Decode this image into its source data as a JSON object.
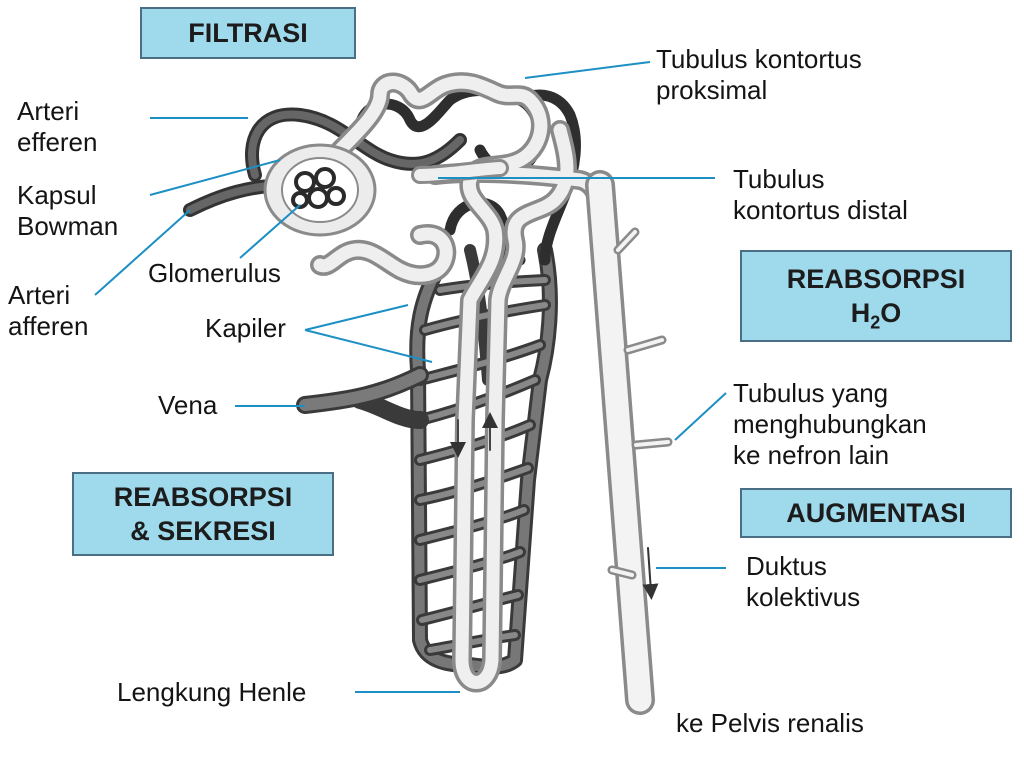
{
  "boxes": {
    "filtrasi": "FILTRASI",
    "reabsorpsi_h2o": {
      "line1": "REABSORPSI",
      "formula_h": "H",
      "formula_sub": "2",
      "formula_o": "O"
    },
    "augmentasi": "AUGMENTASI",
    "reabsorpsi_sekresi": {
      "line1": "REABSORPSI",
      "line2": "& SEKRESI"
    }
  },
  "labels": {
    "arteri_efferen": {
      "line1": "Arteri",
      "line2": "efferen"
    },
    "kapsul_bowman": {
      "line1": "Kapsul",
      "line2": "Bowman"
    },
    "arteri_afferen": {
      "line1": "Arteri",
      "line2": "afferen"
    },
    "glomerulus": "Glomerulus",
    "kapiler": "Kapiler",
    "vena": "Vena",
    "tubulus_proksimal": {
      "line1": "Tubulus kontortus",
      "line2": "proksimal"
    },
    "tubulus_distal": {
      "line1": "Tubulus",
      "line2": "kontortus distal"
    },
    "tubulus_penghubung": {
      "line1": "Tubulus yang",
      "line2": "menghubungkan",
      "line3": "ke nefron lain"
    },
    "duktus": {
      "line1": "Duktus",
      "line2": "kolektivus"
    },
    "lengkung_henle": "Lengkung Henle",
    "pelvis": "ke Pelvis renalis"
  },
  "colors": {
    "box_fill": "#9fd9ec",
    "box_border": "#4a6f85",
    "leader_line": "#1c8fc4",
    "vessel": "#555555",
    "tubule_fill": "#eeeeee",
    "tubule_outline": "#8a8a8a"
  }
}
